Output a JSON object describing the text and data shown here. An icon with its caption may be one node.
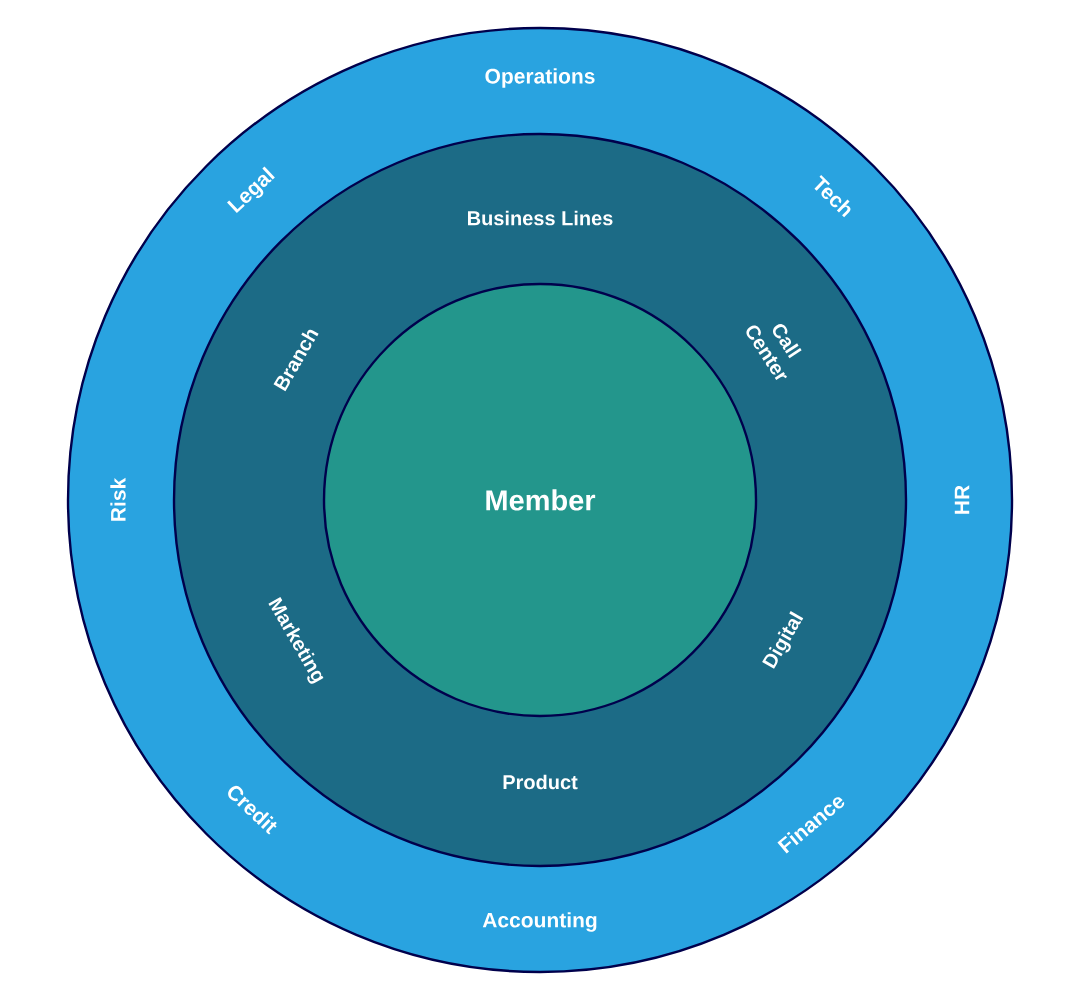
{
  "diagram": {
    "nodes": [
      {
        "text": [
          "Operations",
          "Tech",
          "HR",
          "Finance",
          "Accounting",
          "Credit",
          "Risk",
          "Legal"
        ]
      },
      {
        "text": [
          "Business Lines",
          "Call Center",
          "Digital",
          "Product",
          "Marketing",
          "Branch"
        ],
        "in": 0
      },
      {
        "text": [
          "Member"
        ],
        "in": 1
      }
    ]
  }
}
